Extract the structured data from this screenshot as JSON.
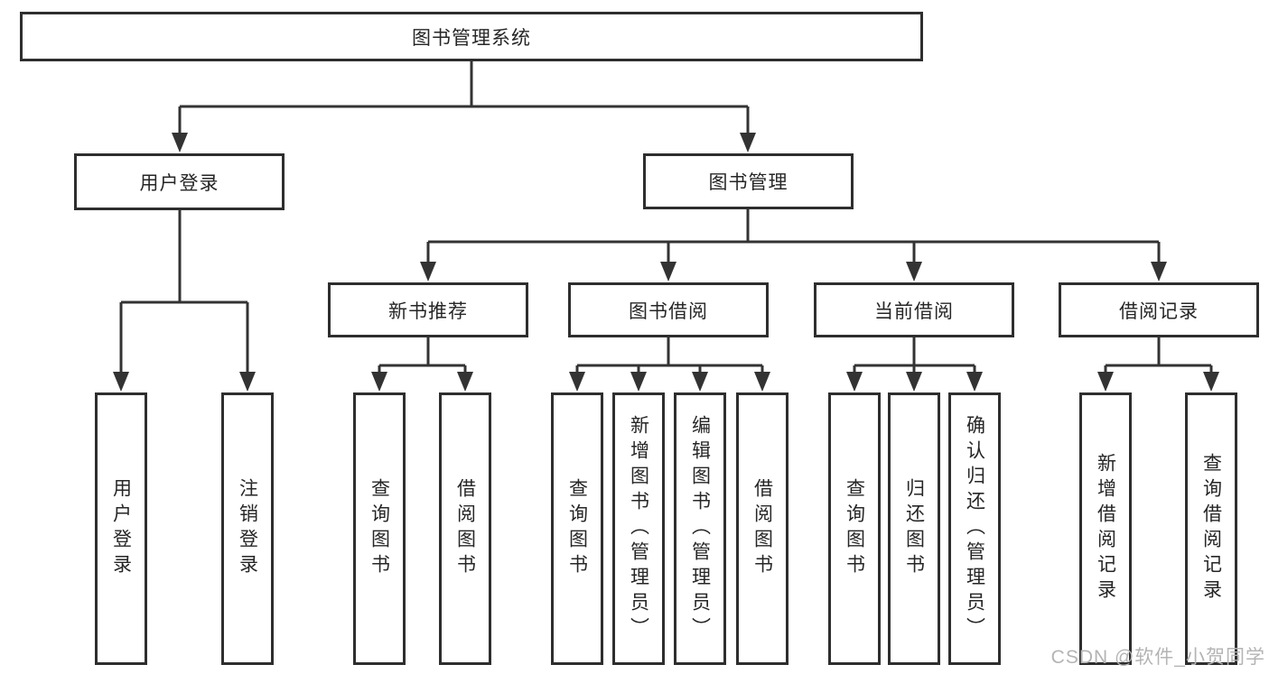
{
  "diagram": {
    "root": {
      "label": "图书管理系统"
    },
    "level2": [
      {
        "label": "用户登录"
      },
      {
        "label": "图书管理"
      }
    ],
    "level3": [
      {
        "label": "新书推荐"
      },
      {
        "label": "图书借阅"
      },
      {
        "label": "当前借阅"
      },
      {
        "label": "借阅记录"
      }
    ],
    "leaves": {
      "user_login": [
        {
          "label": "用户登录"
        },
        {
          "label": "注销登录"
        }
      ],
      "new_book": [
        {
          "label": "查询图书"
        },
        {
          "label": "借阅图书"
        }
      ],
      "book_borrow": [
        {
          "label": "查询图书"
        },
        {
          "label": "新增图书（管理员）"
        },
        {
          "label": "编辑图书（管理员）"
        },
        {
          "label": "借阅图书"
        }
      ],
      "current_borrow": [
        {
          "label": "查询图书"
        },
        {
          "label": "归还图书"
        },
        {
          "label": "确认归还（管理员）"
        }
      ],
      "borrow_records": [
        {
          "label": "新增借阅记录"
        },
        {
          "label": "查询借阅记录"
        }
      ]
    }
  },
  "watermark": {
    "text": "CSDN @软件_小贺同学"
  },
  "colors": {
    "line": "#333333",
    "text": "#262626",
    "background": "#ffffff",
    "watermark": "#b4b4b4"
  }
}
